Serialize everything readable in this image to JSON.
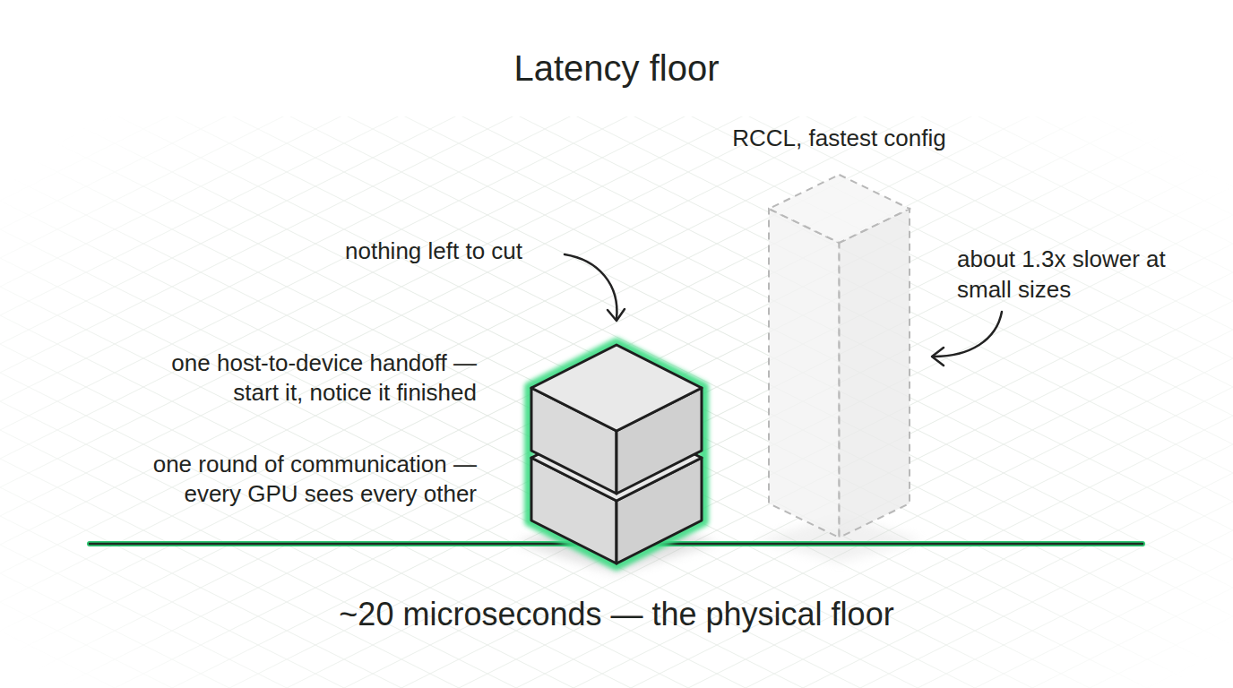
{
  "diagram": {
    "title": "Latency floor",
    "caption": "~20 microseconds — the physical floor",
    "nodes": [
      {
        "text": [
          "one host-to-device handoff — start it, notice it finished"
        ]
      },
      {
        "text": [
          "one round of communication — every GPU sees every other"
        ]
      },
      {
        "text": [
          "RCCL, fastest config"
        ]
      }
    ],
    "labels": [
      "nothing left to cut",
      "about 1.3x slower at small sizes"
    ]
  }
}
